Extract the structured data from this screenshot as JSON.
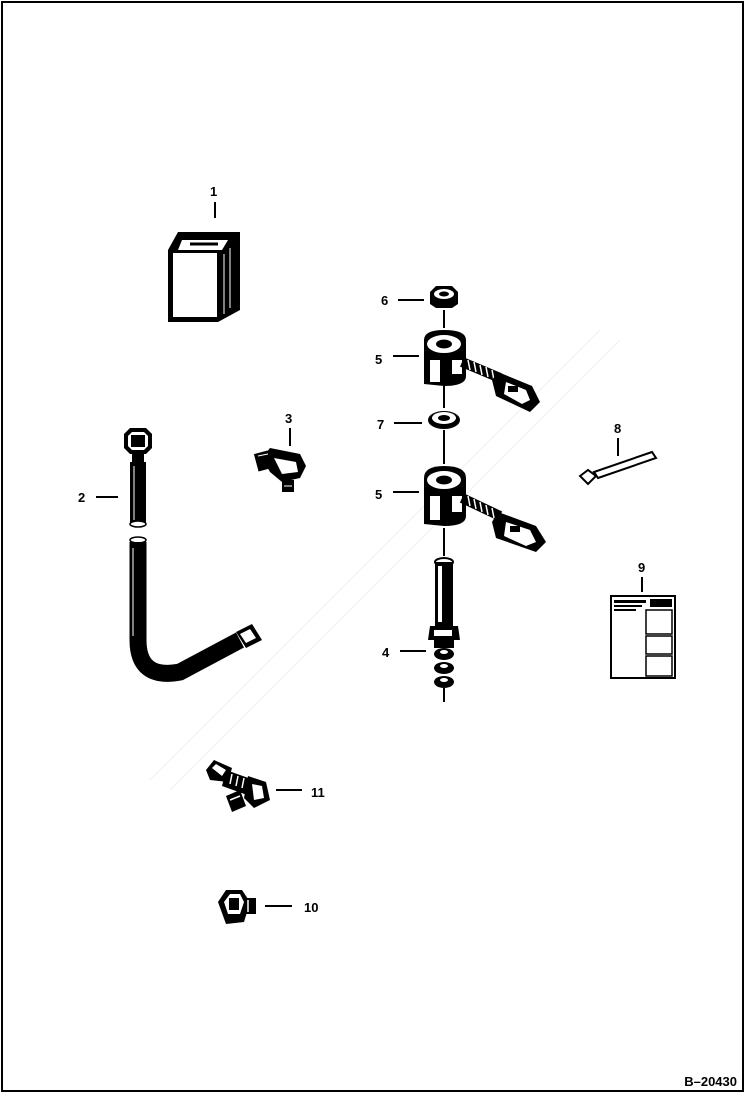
{
  "figure_id": "B–20430",
  "callouts": {
    "c1": "1",
    "c2": "2",
    "c3": "3",
    "c4": "4",
    "c5a": "5",
    "c5b": "5",
    "c6": "6",
    "c7": "7",
    "c8": "8",
    "c9": "9",
    "c10": "10",
    "c11": "11"
  },
  "parts": [
    {
      "ref": "1",
      "icon": "control-box-icon"
    },
    {
      "ref": "2",
      "icon": "hose-icon"
    },
    {
      "ref": "3",
      "icon": "elbow-fitting-icon"
    },
    {
      "ref": "4",
      "icon": "valve-stem-icon"
    },
    {
      "ref": "5",
      "icon": "solenoid-coil-icon"
    },
    {
      "ref": "6",
      "icon": "nut-icon"
    },
    {
      "ref": "7",
      "icon": "washer-icon"
    },
    {
      "ref": "8",
      "icon": "cable-tie-icon"
    },
    {
      "ref": "9",
      "icon": "decal-icon"
    },
    {
      "ref": "10",
      "icon": "plug-icon"
    },
    {
      "ref": "11",
      "icon": "tee-fitting-icon"
    }
  ]
}
